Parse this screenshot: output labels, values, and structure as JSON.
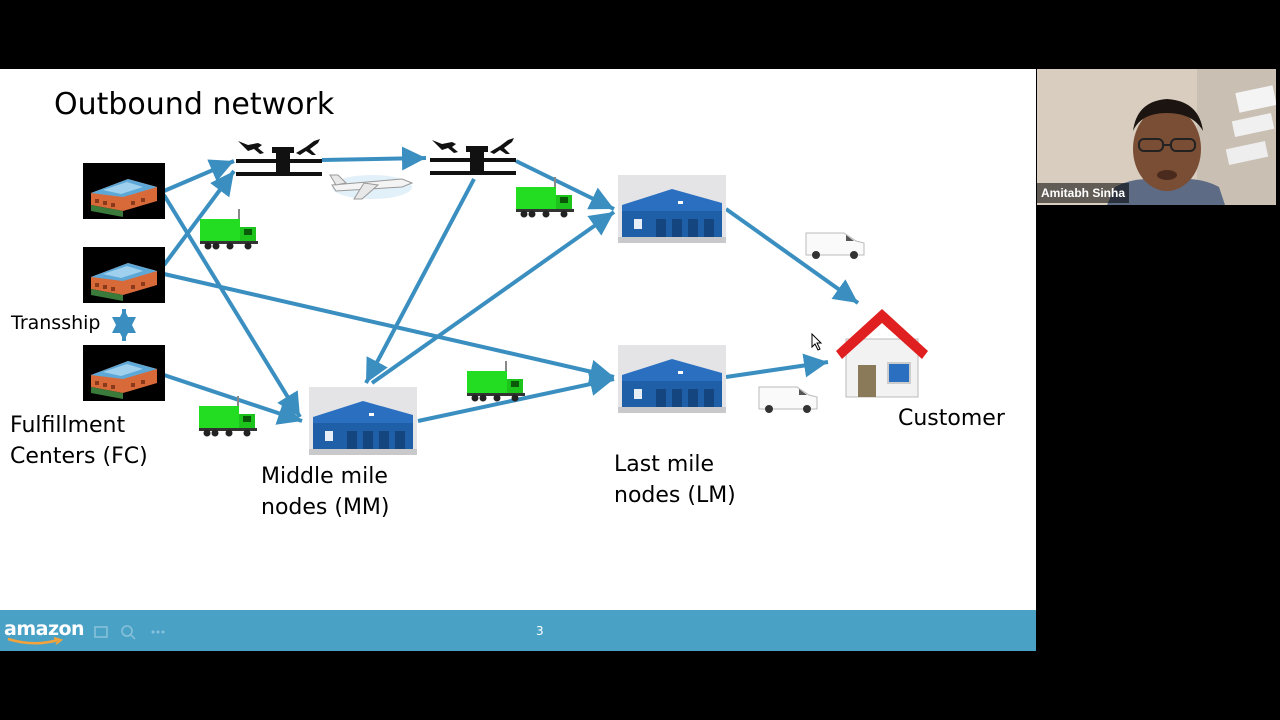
{
  "slide": {
    "title": "Outbound network",
    "labels": {
      "transship": "Transship",
      "fulfillment_centers": "Fulfillment\nCenters (FC)",
      "middle_mile": "Middle mile\nnodes (MM)",
      "last_mile": "Last mile\nnodes (LM)",
      "customer": "Customer"
    },
    "footer": {
      "logo_text": "amazon",
      "page_number": "3"
    }
  },
  "video": {
    "participant_name": "Amitabh Sinha"
  },
  "colors": {
    "arrow": "#3a8fc0",
    "footer": "#4aa1c6",
    "truck": "#22dd22",
    "warehouse": "#1f5fa8",
    "roof": "#e02020"
  },
  "icons": [
    "warehouse-icon",
    "airport-icon",
    "airplane-icon",
    "truck-icon",
    "van-icon",
    "house-icon",
    "cursor-icon",
    "presenter-video"
  ]
}
